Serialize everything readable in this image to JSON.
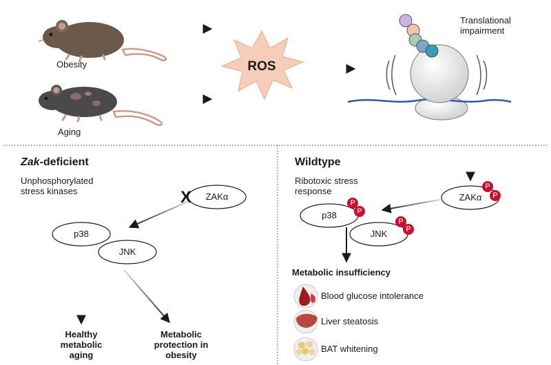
{
  "top": {
    "obesity_label": "Obesity",
    "aging_label": "Aging",
    "ros_label": "ROS",
    "translational_label_line1": "Translational",
    "translational_label_line2": "impairment"
  },
  "left_panel": {
    "title_italic": "Zak",
    "title_rest": "-deficient",
    "subtitle_line1": "Unphosphorylated",
    "subtitle_line2": "stress kinases",
    "zak_label": "ZAKα",
    "block_mark": "X",
    "p38_label": "p38",
    "jnk_label": "JNK",
    "outcome1_line1": "Healthy",
    "outcome1_line2": "metabolic",
    "outcome1_line3": "aging",
    "outcome2_line1": "Metabolic",
    "outcome2_line2": "protection in",
    "outcome2_line3": "obesity"
  },
  "right_panel": {
    "title": "Wildtype",
    "subtitle_line1": "Ribotoxic stress",
    "subtitle_line2": "response",
    "zak_label": "ZAKα",
    "p38_label": "p38",
    "jnk_label": "JNK",
    "phospho_label": "P",
    "insufficiency_title": "Metabolic insufficiency",
    "items": [
      {
        "label": "Blood glucose intolerance",
        "icon": "blood-drop-icon"
      },
      {
        "label": "Liver steatosis",
        "icon": "liver-icon"
      },
      {
        "label": "BAT whitening",
        "icon": "fat-tissue-icon"
      }
    ]
  },
  "colors": {
    "ros_fill": "#f6cdb8",
    "ros_stroke": "#e9a990",
    "phospho_red": "#c8102e",
    "mrna_blue": "#2f5a9e",
    "mouse_brown": "#6b5a4c",
    "mouse_gray": "#4a4a4a",
    "ribosome": "#e8e8e8",
    "bead_colors": [
      "#c8b6e2",
      "#f2c4b0",
      "#a9cbb8",
      "#7fa7c9",
      "#3a9bb3"
    ]
  }
}
